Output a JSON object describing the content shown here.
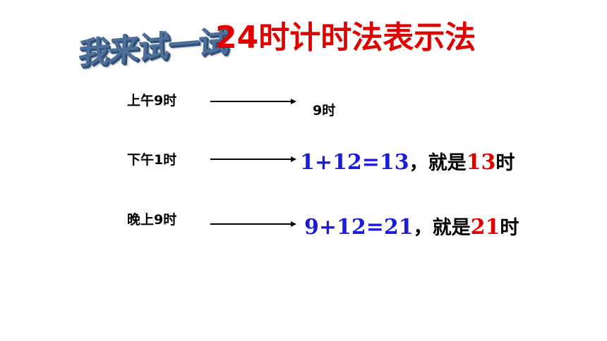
{
  "header": {
    "badge": "我来试一试",
    "title": "24时计时法表示法"
  },
  "rows": [
    {
      "label": "上午9时",
      "result": "9时"
    },
    {
      "label": "下午1时",
      "equation": "1+12=13",
      "sep": "，",
      "prefix": "就是",
      "highlight": "13",
      "suffix": "时"
    },
    {
      "label": "晚上9时",
      "equation": "9+12=21",
      "sep": "，",
      "prefix": "就是",
      "highlight": "21",
      "suffix": "时"
    }
  ],
  "colors": {
    "title": "#e00000",
    "equation": "#1c1cd6",
    "highlight": "#e00000",
    "badge": "#4e6f9a"
  }
}
